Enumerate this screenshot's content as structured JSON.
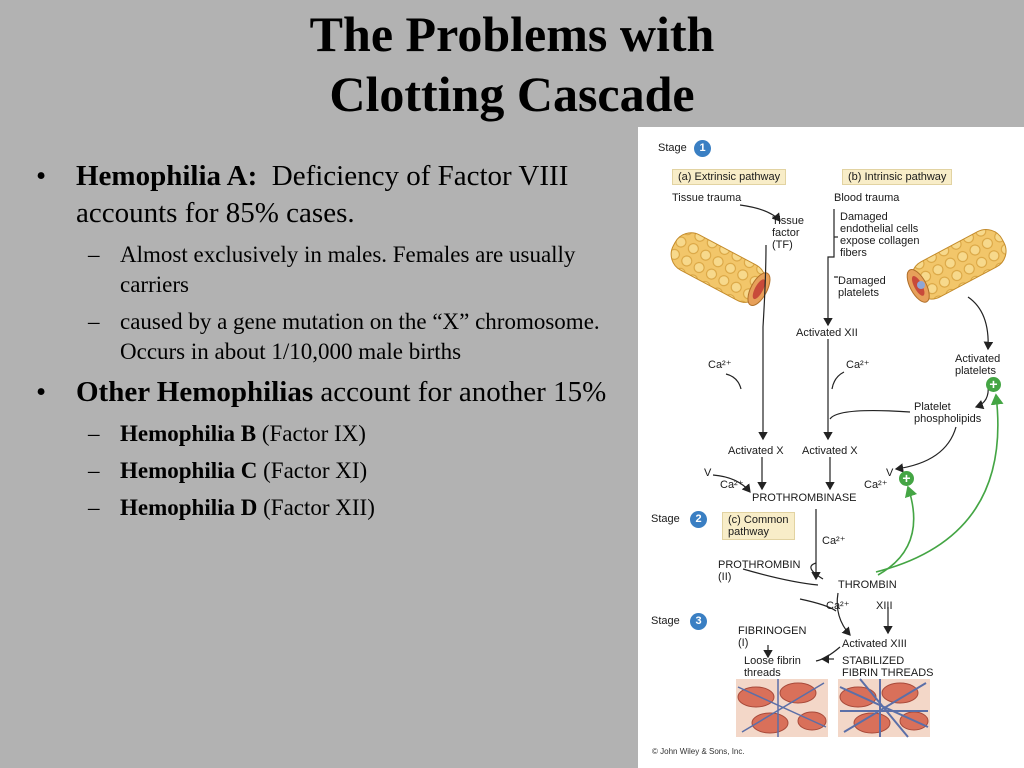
{
  "slide": {
    "title_line1": "The Problems with",
    "title_line2": "Clotting Cascade",
    "bullets": [
      {
        "bold": "Hemophilia A:",
        "text": "Deficiency of Factor VIII accounts for 85% cases.",
        "subs": [
          {
            "bold": "",
            "text": "Almost exclusively in males. Females are usually carriers"
          },
          {
            "bold": "",
            "text": "caused by a gene mutation on the “X” chromosome. Occurs in about 1/10,000 male births"
          }
        ]
      },
      {
        "bold": "Other Hemophilias",
        "text": "account for another 15%",
        "subs": [
          {
            "bold": "Hemophilia B",
            "text": "(Factor IX)"
          },
          {
            "bold": "Hemophilia C",
            "text": "(Factor XI)"
          },
          {
            "bold": "Hemophilia D",
            "text": "(Factor XII)"
          }
        ]
      }
    ]
  },
  "figure": {
    "stage_label": "Stage",
    "stage1": "1",
    "stage2": "2",
    "stage3": "3",
    "extrinsic": "(a) Extrinsic pathway",
    "intrinsic": "(b) Intrinsic pathway",
    "common": "(c) Common\npathway",
    "tissue_trauma": "Tissue trauma",
    "tissue_factor": "Tissue\nfactor\n(TF)",
    "blood_trauma": "Blood trauma",
    "damaged_cells": "Damaged\nendothelial cells\nexpose collagen\nfibers",
    "damaged_platelets": "Damaged\nplatelets",
    "activated_xii": "Activated XII",
    "ca_left": "Ca²⁺",
    "ca_right": "Ca²⁺",
    "activated_platelets": "Activated\nplatelets",
    "platelet_phospholipids": "Platelet\nphospholipids",
    "activated_x_left": "Activated X",
    "activated_x_right": "Activated X",
    "v_left": "V",
    "v_right": "V",
    "ca_pt_left": "Ca²⁺",
    "ca_pt_right": "Ca²⁺",
    "prothrombinase": "PROTHROMBINASE",
    "ca_common": "Ca²⁺",
    "prothrombin": "PROTHROMBIN\n(II)",
    "thrombin": "THROMBIN",
    "ca_thrombin": "Ca²⁺",
    "xiii": "XIII",
    "fibrinogen": "FIBRINOGEN\n(I)",
    "activated_xiii": "Activated XIII",
    "loose_fibrin": "Loose fibrin\nthreads",
    "stabilized": "STABILIZED\nFIBRIN THREADS",
    "plus_sign": "+",
    "copyright": "© John Wiley & Sons, Inc."
  }
}
